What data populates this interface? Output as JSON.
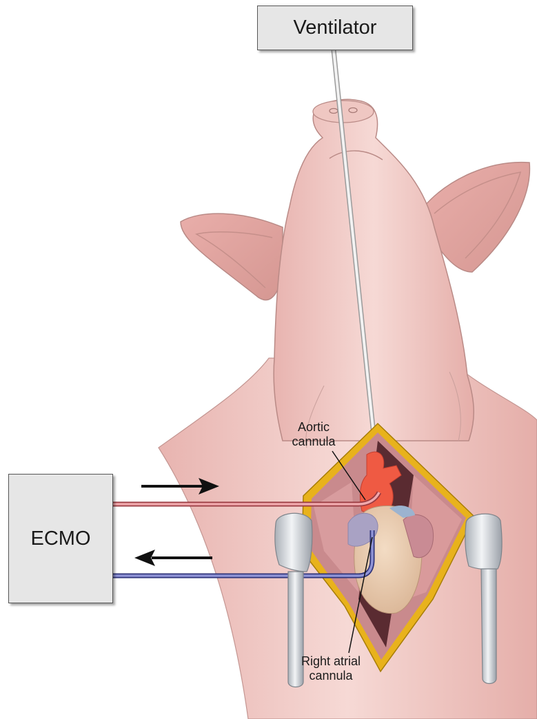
{
  "devices": {
    "ventilator": "Ventilator",
    "ecmo": "ECMO"
  },
  "labels": {
    "aortic_cannula": "Aortic\ncannula",
    "right_atrial_cannula": "Right atrial\ncannula"
  },
  "colors": {
    "skin": "#f1c9c3",
    "skin_outline": "#b98a86",
    "arterial_line": "#e0474f",
    "venous_line": "#5a5fb8",
    "incision_border": "#e8b21c",
    "retractor": "#c9cdd2"
  }
}
